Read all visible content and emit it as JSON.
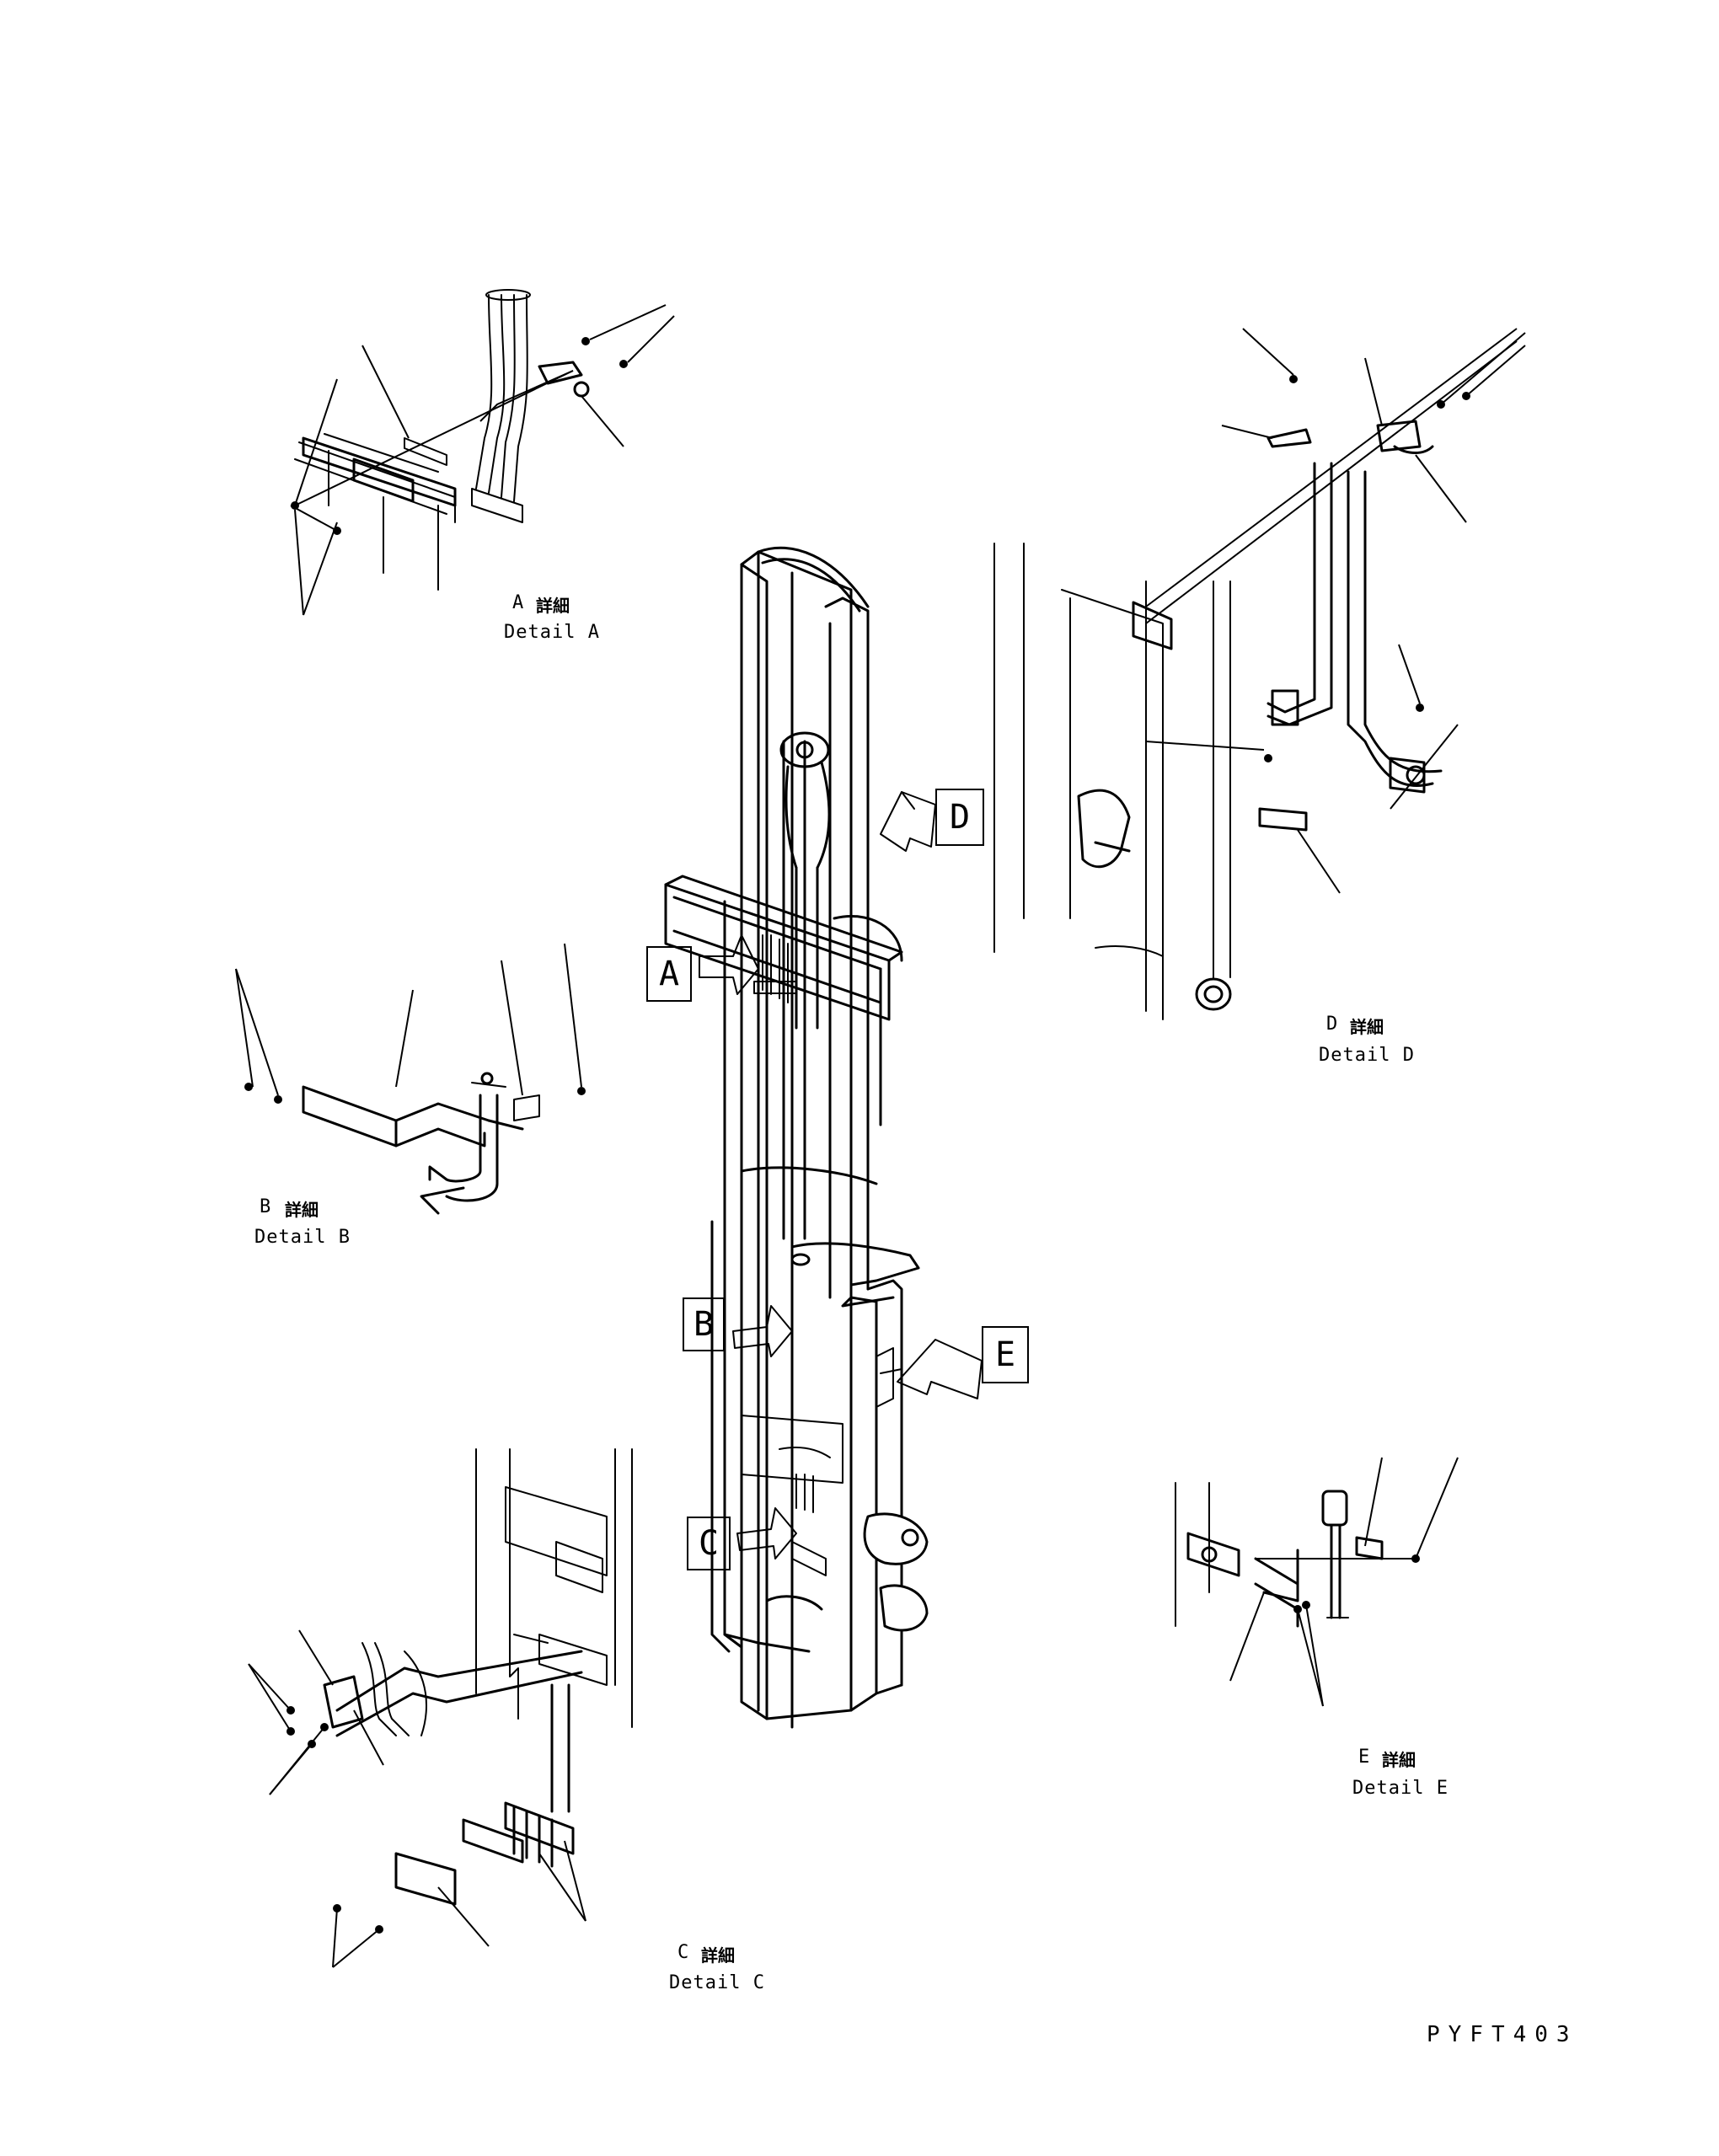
{
  "drawing_code": "PYFT403",
  "callouts": {
    "a": "A",
    "b": "B",
    "c": "C",
    "d": "D",
    "e": "E"
  },
  "details": {
    "a": {
      "letter": "A",
      "kanji": "詳細",
      "caption": "Detail A"
    },
    "b": {
      "letter": "B",
      "kanji": "詳細",
      "caption": "Detail B"
    },
    "c": {
      "letter": "C",
      "kanji": "詳細",
      "caption": "Detail C"
    },
    "d": {
      "letter": "D",
      "kanji": "詳細",
      "caption": "Detail D"
    },
    "e": {
      "letter": "E",
      "kanji": "詳細",
      "caption": "Detail E"
    }
  }
}
